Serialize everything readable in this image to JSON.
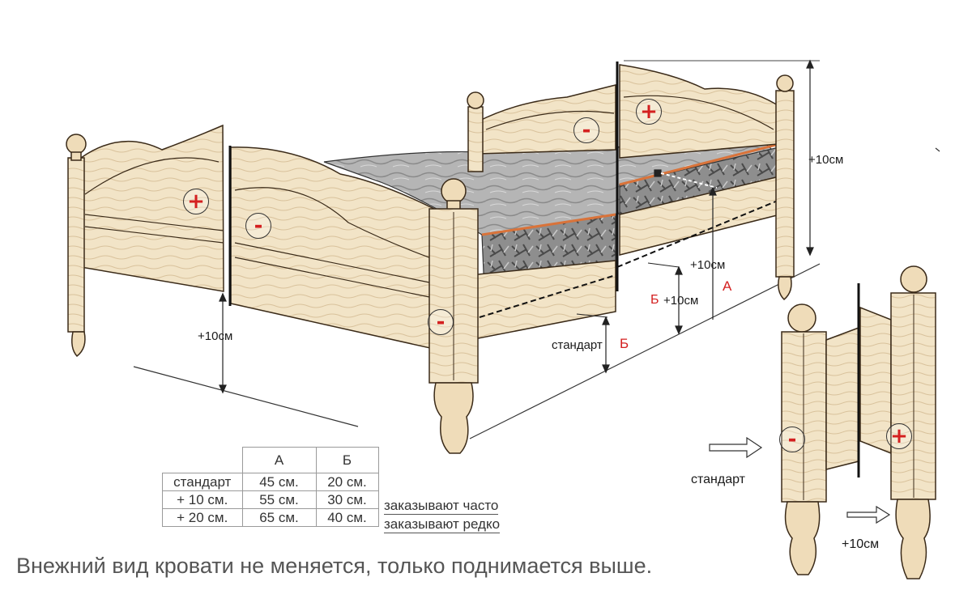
{
  "labels": {
    "left_dim": "+10см",
    "headboard_dim": "+10см",
    "inner_dim": "+10см",
    "a_letter": "А",
    "b_letter": "Б",
    "b_dim": "+10см",
    "standard_word": "стандарт",
    "standard_b": "Б",
    "leg_standard": "стандарт",
    "leg_plus": "+10см"
  },
  "markers": {
    "plus": "+",
    "minus": "-"
  },
  "table": {
    "columns": [
      "А",
      "Б"
    ],
    "rows": [
      {
        "label": "стандарт",
        "a": "45 см.",
        "b": "20 см.",
        "note": ""
      },
      {
        "label": "+ 10 см.",
        "a": "55 см.",
        "b": "30 см.",
        "note": "заказывают часто"
      },
      {
        "label": "+ 20 см.",
        "a": "65 см.",
        "b": "40 см.",
        "note": "заказывают редко"
      }
    ]
  },
  "footer": "Внежний вид кровати не меняется,  только поднимается выше.",
  "colors": {
    "wood": "#f1e2c4",
    "wood_dark": "#d8c19a",
    "outline": "#3a2a18",
    "mattress": "#8c8c8c",
    "edge_orange": "#d9733a",
    "mark_red": "#d42020"
  }
}
